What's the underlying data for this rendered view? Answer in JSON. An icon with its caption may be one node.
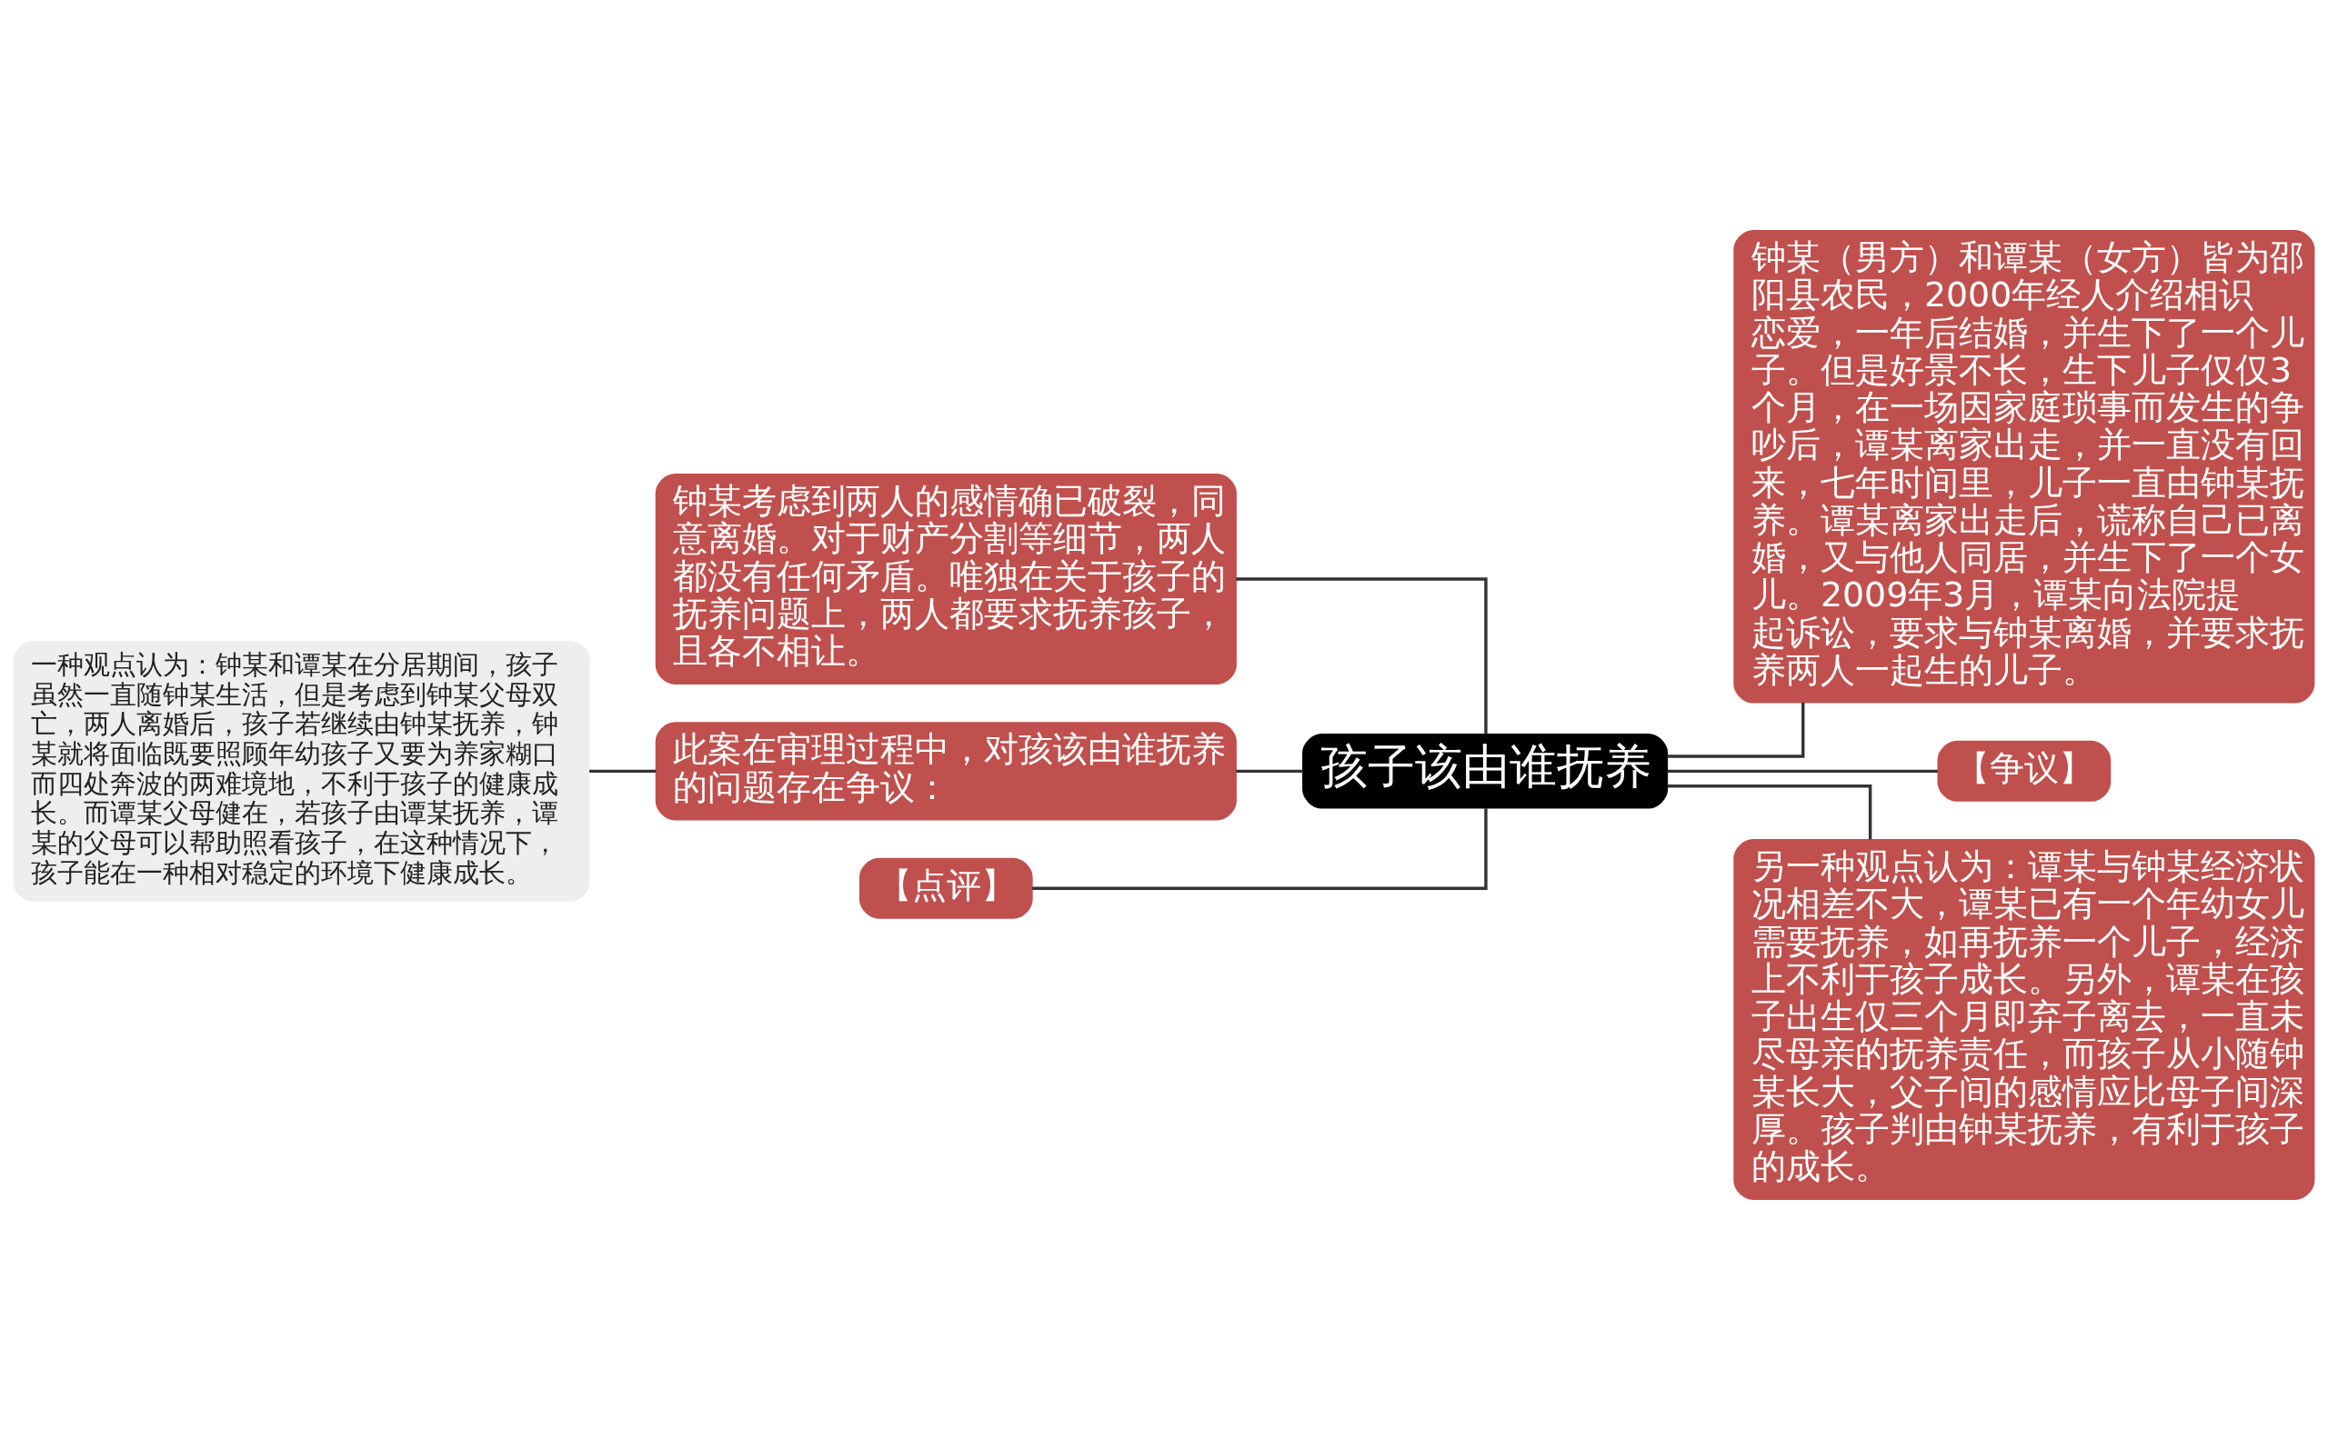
{
  "diagram": {
    "nodes": [
      {
        "text": [
          "孩子该由谁抚养"
        ]
      },
      {
        "text": [
          "钟某（男方）和谭某（女方）皆为邵阳县农民，2000年经人介绍相识恋爱，一年后结婚，并生下了一个儿子。但是好景不长，生下儿子仅仅3个月，在一场因家庭琐事而发生的争吵后，谭某离家出走，并一直没有回来，七年时间里，儿子一直由钟某抚养。谭某离家出走后，谎称自己已离婚，又与他人同居，并生下了一个女儿。2009年3月，谭某向法院提起诉讼，要求与钟某离婚，并要求抚养两人一起生的儿子。"
        ]
      },
      {
        "text": [
          "【争议】"
        ]
      },
      {
        "text": [
          "另一种观点认为：谭某与钟某经济状况相差不大，谭某已有一个年幼女儿需要抚养，如再抚养一个儿子，经济上不利于孩子成长。另外，谭某在孩子出生仅三个月即弃子离去，一直未尽母亲的抚养责任，而孩子从小随钟某长大，父子间的感情应比母子间深厚。孩子判由钟某抚养，有利于孩子的成长。"
        ]
      },
      {
        "text": [
          "钟某考虑到两人的感情确已破裂，同意离婚。对于财产分割等细节，两人都没有任何矛盾。唯独在关于孩子的抚养问题上，两人都要求抚养孩子，且各不相让。"
        ]
      },
      {
        "text": [
          "此案在审理过程中，对孩该由谁抚养的问题存在争议："
        ]
      },
      {
        "text": [
          "一种观点认为：钟某和谭某在分居期间，孩子虽然一直随钟某生活，但是考虑到钟某父母双亡，两人离婚后，孩子若继续由钟某抚养，钟某就将面临既要照顾年幼孩子又要为养家糊口而四处奔波的两难境地，不利于孩子的健康成长。而谭某父母健在，若孩子由谭某抚养，谭某的父母可以帮助照看孩子，在这种情况下，孩子能在一种相对稳定的环境下健康成长。"
        ]
      },
      {
        "text": [
          "【点评】"
        ]
      }
    ],
    "edges": [
      {
        "from": 0,
        "to": 1,
        "arrow": "none"
      },
      {
        "from": 0,
        "to": 2,
        "arrow": "none"
      },
      {
        "from": 0,
        "to": 3,
        "arrow": "none"
      },
      {
        "from": 4,
        "to": 0,
        "arrow": "none"
      },
      {
        "from": 6,
        "to": 5,
        "arrow": "none"
      },
      {
        "from": 5,
        "to": 0,
        "arrow": "none"
      },
      {
        "from": 7,
        "to": 0,
        "arrow": "none"
      }
    ]
  }
}
